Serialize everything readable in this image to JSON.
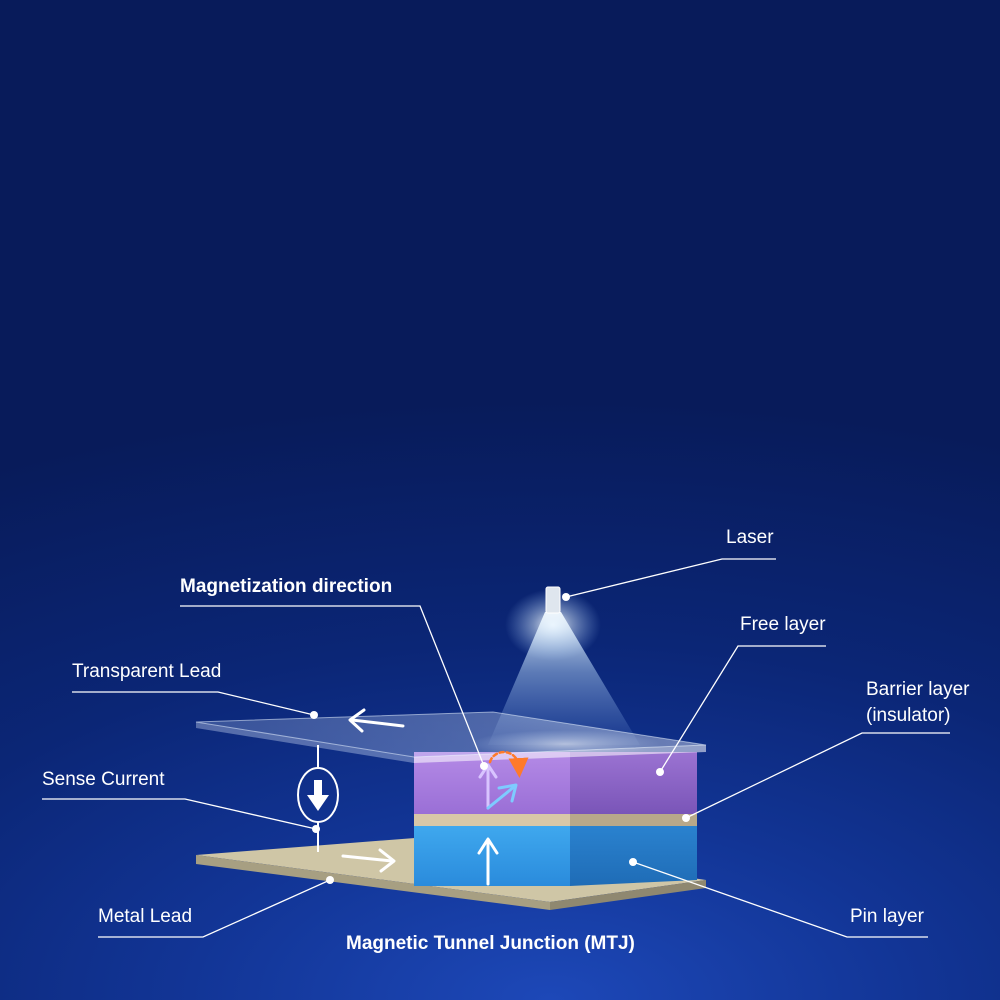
{
  "labels": {
    "laser": "Laser",
    "magnetization_direction": "Magnetization direction",
    "free_layer": "Free layer",
    "transparent_lead": "Transparent Lead",
    "barrier_layer_line1": "Barrier layer",
    "barrier_layer_line2": "(insulator)",
    "sense_current": "Sense Current",
    "metal_lead": "Metal Lead",
    "pin_layer": "Pin layer",
    "title": "Magnetic Tunnel Junction (MTJ)"
  },
  "colors": {
    "background": "#0b2676",
    "free_layer": "#9a6fd6",
    "barrier_layer": "#d8c8a8",
    "pin_layer": "#2f95e0",
    "metal_lead": "#c9c0a0",
    "laser_beam": "#cfe6ff",
    "precession_arrow": "#ff7a2a",
    "tilted_arrow": "#7ecbff"
  }
}
